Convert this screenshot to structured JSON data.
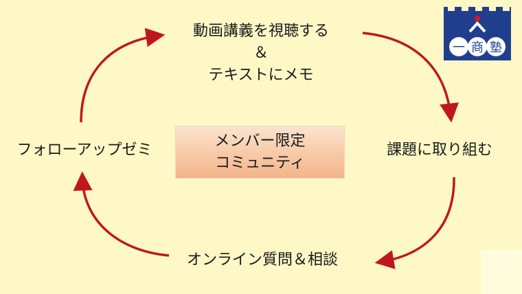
{
  "cycle": {
    "top": {
      "line1": "動画講義を視聴する",
      "line2": "＆",
      "line3": "テキストにメモ"
    },
    "right": "課題に取り組む",
    "bottom": "オンライン質問＆相談",
    "left": "フォローアップゼミ"
  },
  "center": {
    "line1": "メンバー限定",
    "line2": "コミュニティ"
  },
  "logo": {
    "chars": [
      "一",
      "商",
      "塾"
    ],
    "icon": "ichishojuku-logo"
  },
  "colors": {
    "background": "#fdf8c6",
    "arrow": "#c0171d",
    "logo_blue": "#1f3f8e",
    "logo_dot": "#e0141e"
  }
}
